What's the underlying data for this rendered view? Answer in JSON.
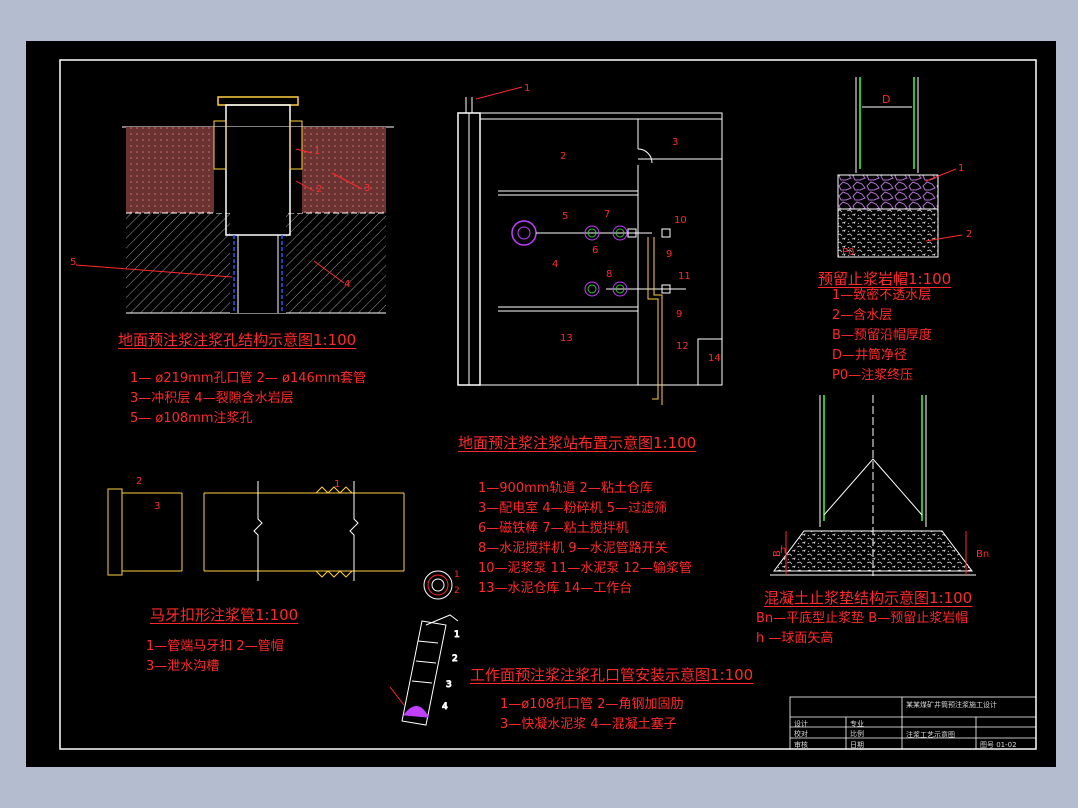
{
  "titles": {
    "surface_hole": "地面预注浆注浆孔结构示意图1:100",
    "station": "地面预注浆注浆站布置示意图1:100",
    "cap": "预留止浆岩帽1:100",
    "concrete_pad": "混凝土止浆垫结构示意图1:100",
    "pipe": "马牙扣形注浆管1:100",
    "workface": "工作面预注浆注浆孔口管安装示意图1:100"
  },
  "legends": {
    "surface_hole": [
      "1— ø219mm孔口管  2— ø146mm套管",
      "3—冲积层  4—裂隙含水岩层",
      "5— ø108mm注浆孔"
    ],
    "station": [
      "1—900mm轨道  2—粘土仓库",
      "3—配电室  4—粉碎机  5—过滤筛",
      "6—磁铁棒  7—粘土搅拌机",
      "8—水泥搅拌机  9—水泥管路开关",
      "10—泥浆泵  11—水泥泵  12—输浆管",
      "13—水泥仓库  14—工作台"
    ],
    "cap": [
      "1—致密不透水层",
      "2—含水层",
      "B—预留沿帽厚度",
      "D—井筒净径",
      "P0—注浆终压"
    ],
    "concrete_pad": [
      "Bn—平底型止浆垫  B—预留止浆岩帽",
      "h  —球面矢高"
    ],
    "pipe": [
      "1—管端马牙扣  2—管帽",
      "3—泄水沟槽"
    ],
    "workface": [
      "1—ø108孔口管  2—角钢加固肋",
      "3—快凝水泥浆    4—混凝土塞子"
    ]
  },
  "callouts": {
    "surface": [
      "1",
      "2",
      "3",
      "4",
      "5"
    ],
    "station": [
      "1",
      "2",
      "3",
      "4",
      "5",
      "6",
      "7",
      "8",
      "9",
      "10",
      "11",
      "9",
      "12",
      "13",
      "14"
    ],
    "cap": [
      "D",
      "1",
      "2",
      "P0"
    ],
    "pad": [
      "B",
      "h",
      "Bn"
    ],
    "pipe": [
      "1",
      "2",
      "3"
    ],
    "ring": [
      "1",
      "2"
    ],
    "workface": [
      "1",
      "2",
      "3",
      "4"
    ]
  },
  "title_block": {
    "project": "某某煤矿井筒预注浆施工设计",
    "subject": "注浆工艺示意图",
    "drawing_no": "图号 01-02",
    "rows": [
      "设计",
      "校对",
      "审核"
    ],
    "cols": [
      "专业",
      "比例",
      "日期"
    ]
  },
  "colors": {
    "line": "#ffffff",
    "red": "#ff2a2a",
    "yellow": "#ffd040",
    "brown": "#7a3a3a",
    "blue": "#3050ff",
    "green": "#30c030",
    "magenta": "#c040ff"
  }
}
